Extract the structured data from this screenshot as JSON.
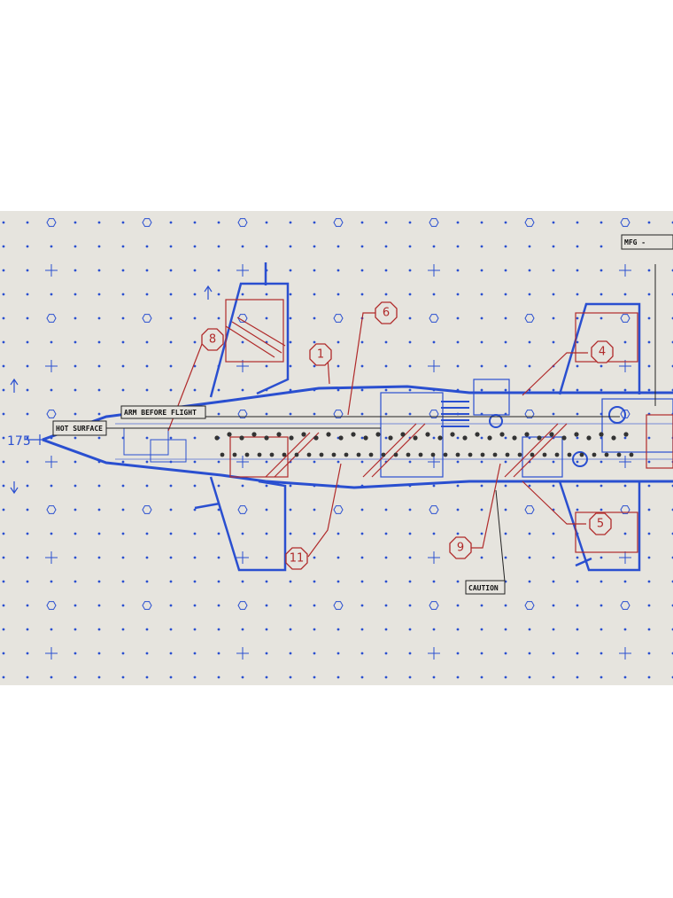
{
  "drawing": {
    "labels": {
      "hot_surface": "HOT SURFACE",
      "arm_before_flight": "ARM BEFORE FLIGHT",
      "caution": "CAUTION",
      "mfg": "MFG   -",
      "station": "175"
    },
    "callouts": [
      "8",
      "6",
      "1",
      "4",
      "5",
      "9",
      "11"
    ],
    "colors": {
      "paper": "#e6e4de",
      "outline_blue": "#2a4fd0",
      "callout_red": "#b02a2a",
      "text_black": "#111111"
    }
  }
}
